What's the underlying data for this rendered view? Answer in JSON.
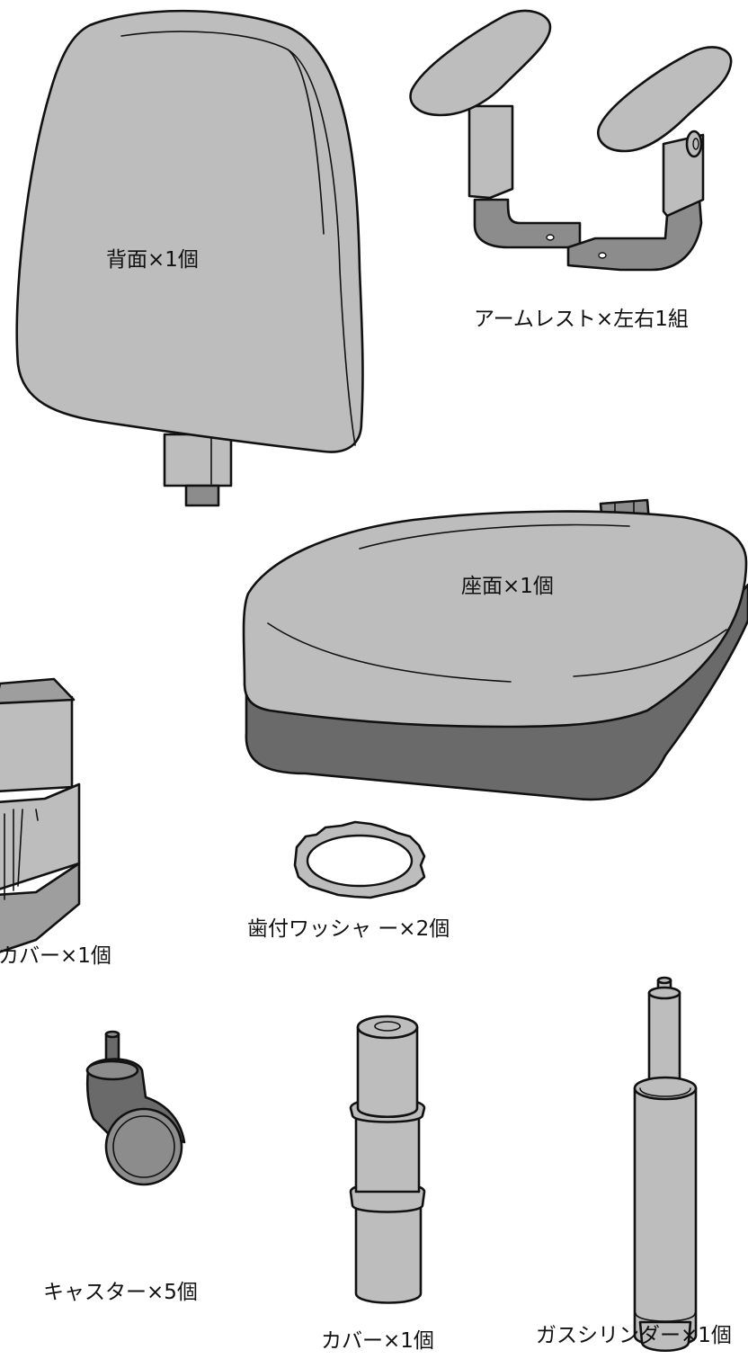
{
  "labels": {
    "backrest": "背面×1個",
    "armrest": "アームレスト×左右1組",
    "seat": "座面×1個",
    "base_cover": "カバー×1個",
    "washer": "歯付ワッシャ ー×2個",
    "caster": "キャスター×5個",
    "cylinder_cover": "カバー×1個",
    "gas_cylinder": "ガスシリンダー×1個"
  },
  "colors": {
    "part_light": "#bdbdbd",
    "part_mid": "#8c8c8c",
    "part_dark": "#6a6a6a",
    "outline": "#111111",
    "background": "#ffffff"
  }
}
